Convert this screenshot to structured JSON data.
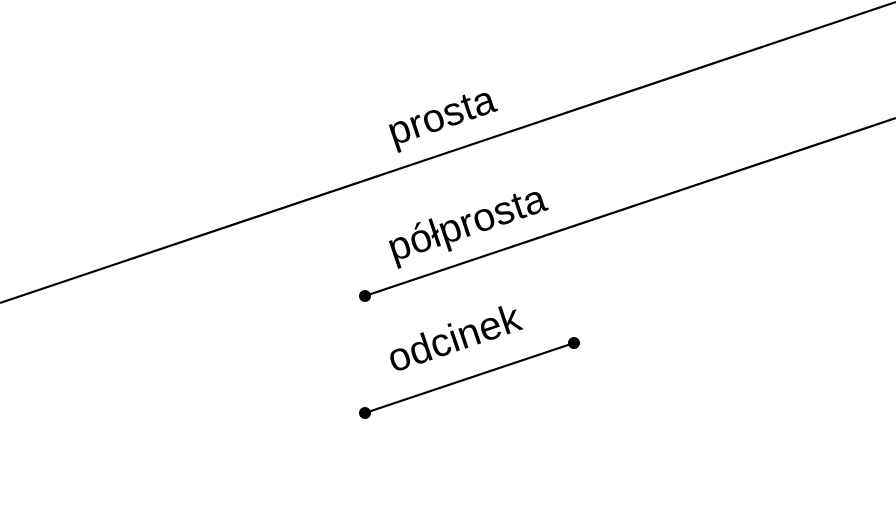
{
  "diagram": {
    "labels": {
      "line": "prosta",
      "ray": "półprosta",
      "segment": "odcinek"
    },
    "colors": {
      "stroke": "#000000",
      "background": "#ffffff"
    }
  }
}
